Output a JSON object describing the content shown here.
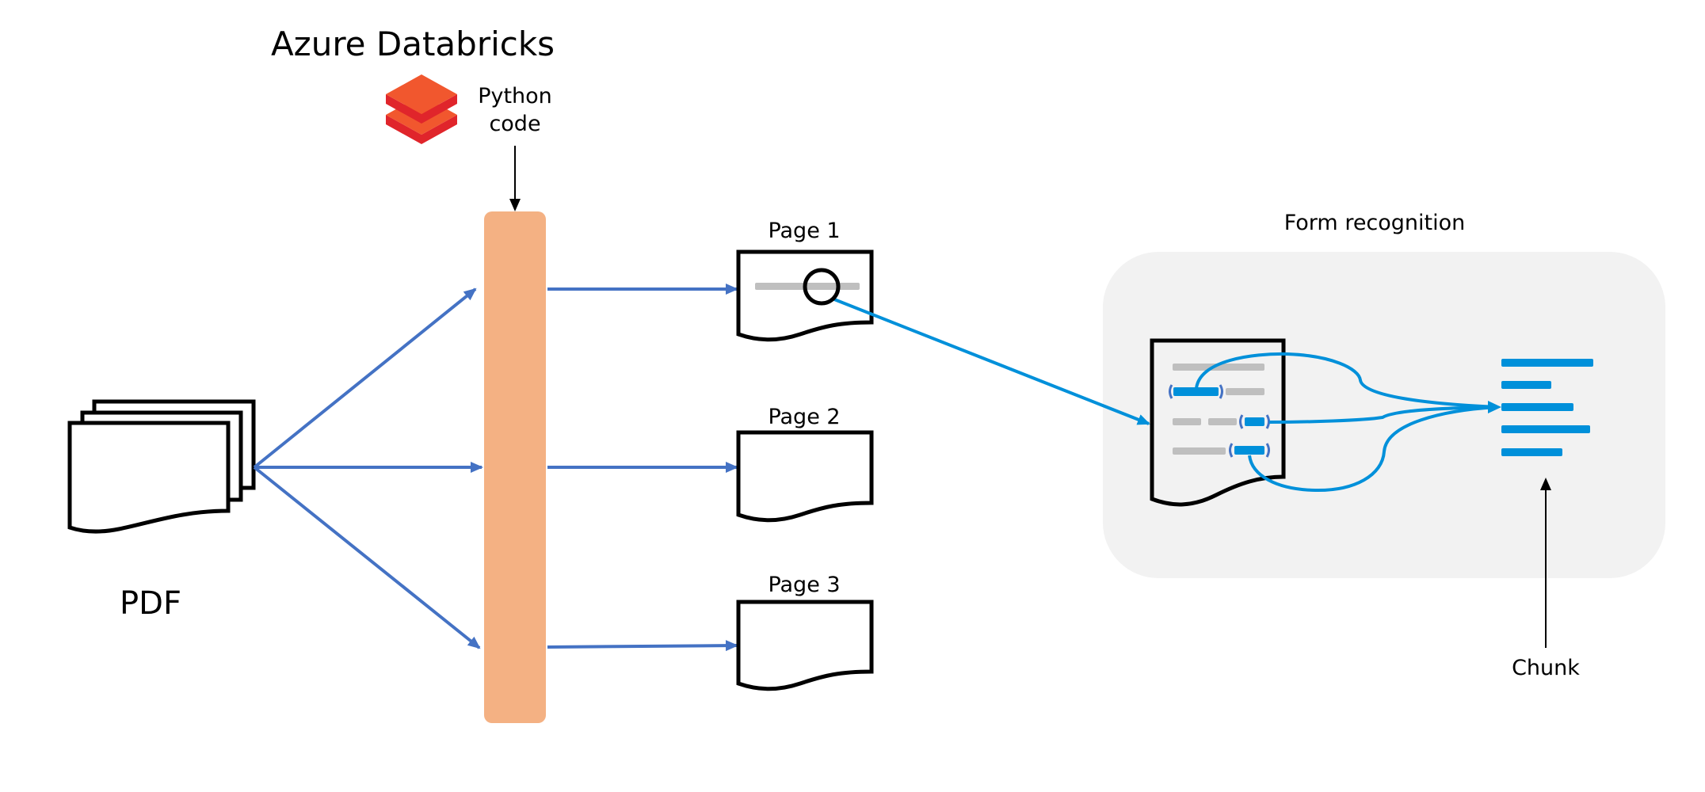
{
  "title": "Azure Databricks",
  "python_label": [
    "Python",
    "code"
  ],
  "pdf_label": "PDF",
  "pages": [
    "Page 1",
    "Page 2",
    "Page 3"
  ],
  "form_recognition_label": "Form recognition",
  "chunk_label": "Chunk",
  "icons": {
    "databricks": "databricks-logo-icon",
    "pdf": "document-stack-icon",
    "page": "document-icon",
    "magnifier": "magnifier-icon"
  },
  "colors": {
    "splitter_bar": "#F4B183",
    "flow_arrow": "#4472C4",
    "recognition_line": "#0090DA",
    "bracket": "#4472C4",
    "text_placeholder": "#BFBFBF",
    "panel_bg": "#F2F2F2",
    "logo_top": "#F1572E",
    "logo_side": "#E0252B"
  }
}
